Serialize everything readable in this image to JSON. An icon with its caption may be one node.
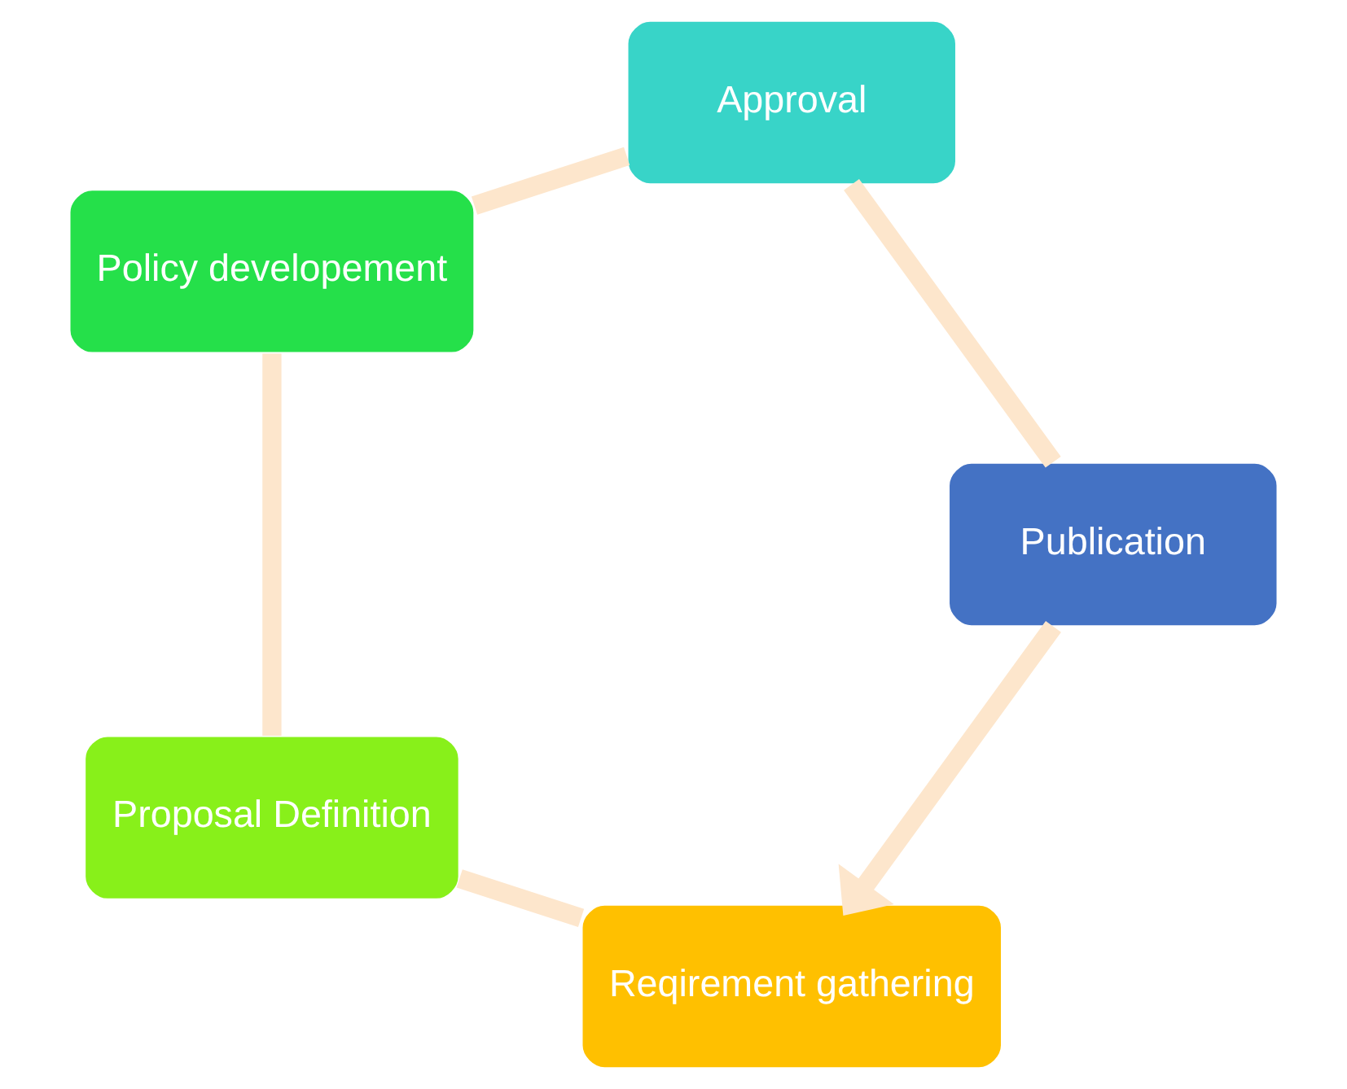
{
  "diagram": {
    "nodes": [
      {
        "text": [
          "Reqirement gathering"
        ]
      },
      {
        "text": [
          "Proposal Definition"
        ]
      },
      {
        "text": [
          "Policy developement"
        ]
      },
      {
        "text": [
          "Approval"
        ]
      },
      {
        "text": [
          "Publication"
        ]
      }
    ],
    "edges": [
      {
        "from": 0,
        "to": 1,
        "arrow": "none"
      },
      {
        "from": 1,
        "to": 2,
        "arrow": "none"
      },
      {
        "from": 2,
        "to": 3,
        "arrow": "none"
      },
      {
        "from": 3,
        "to": 4,
        "arrow": "none"
      },
      {
        "from": 4,
        "to": 0,
        "arrow": "to"
      }
    ]
  }
}
